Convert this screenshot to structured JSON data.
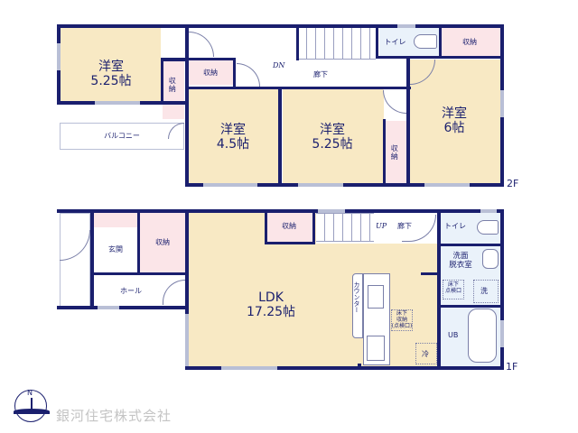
{
  "floor2": {
    "label": "2F",
    "rooms": {
      "western_a": {
        "name": "洋室",
        "size": "5.25帖"
      },
      "western_b": {
        "name": "洋室",
        "size": "4.5帖"
      },
      "western_c": {
        "name": "洋室",
        "size": "5.25帖"
      },
      "western_d": {
        "name": "洋室",
        "size": "6帖"
      },
      "storage_a": "収納",
      "storage_b": "収納",
      "storage_c": "収納",
      "storage_d": "収納",
      "balcony": "バルコニー",
      "hallway": "廊下",
      "toilet": "トイレ",
      "stairs_dir": "DN"
    }
  },
  "floor1": {
    "label": "1F",
    "rooms": {
      "ldk": {
        "name": "LDK",
        "size": "17.25帖"
      },
      "entrance": "玄関",
      "storage_entry": "収納",
      "hall": "ホール",
      "storage_ldk": "収納",
      "hallway": "廊下",
      "stairs_dir": "UP",
      "toilet": "トイレ",
      "washroom_l1": "洗面",
      "washroom_l2": "脱衣室",
      "inspection_l1": "床下",
      "inspection_l2": "点検口",
      "washer": "洗",
      "bath": "UB",
      "counter": "カウンター",
      "underfloor_l1": "床下",
      "underfloor_l2": "収納",
      "underfloor_l3": "(点検口)",
      "fridge": "冷"
    }
  },
  "footer": {
    "company": "銀河住宅株式会社",
    "compass": "N",
    "brand_color": "#1a1f6e"
  }
}
